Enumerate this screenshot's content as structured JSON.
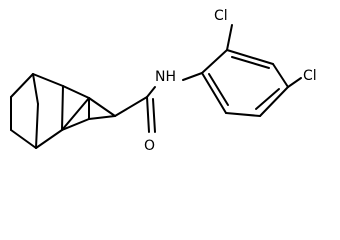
{
  "molecule": {
    "atoms": {
      "cl_top": "Cl",
      "cl_right": "Cl",
      "nh": "NH",
      "o": "O"
    }
  },
  "colors": {
    "bond": "#000000",
    "label": "#000000",
    "background": "#ffffff"
  }
}
